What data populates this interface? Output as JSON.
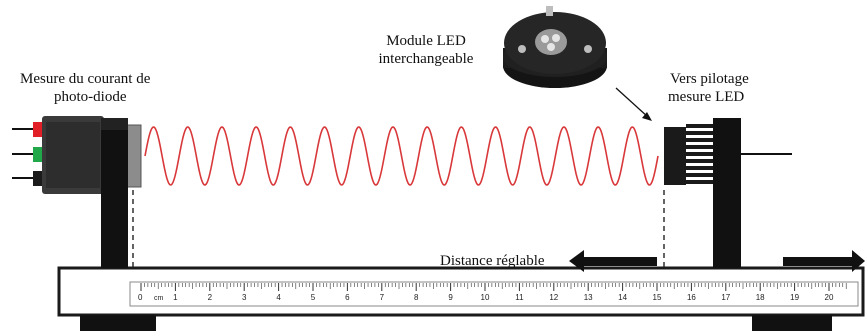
{
  "captions": {
    "photodiode_line1": "Mesure du courant de",
    "photodiode_line2": "photo-diode",
    "module_line1": "Module LED",
    "module_line2": "interchangeable",
    "pilot_line1": "Vers pilotage",
    "pilot_line2": "mesure LED",
    "distance": "Distance réglable"
  },
  "ruler": {
    "unit": "cm",
    "labels": [
      "0",
      "1",
      "2",
      "3",
      "4",
      "5",
      "6",
      "7",
      "8",
      "9",
      "10",
      "11",
      "12",
      "13",
      "14",
      "15",
      "16",
      "17",
      "18",
      "19",
      "20"
    ]
  },
  "colors": {
    "wave": "#d9383a",
    "connector_red": "#e01f26",
    "connector_green": "#21a84a",
    "mount": "#111111",
    "frame": "#1a1a1a"
  },
  "icons": {
    "distance_arrow_left": "arrow-left-icon",
    "distance_arrow_right": "arrow-right-icon",
    "pointer": "pointer-arrow-icon"
  }
}
